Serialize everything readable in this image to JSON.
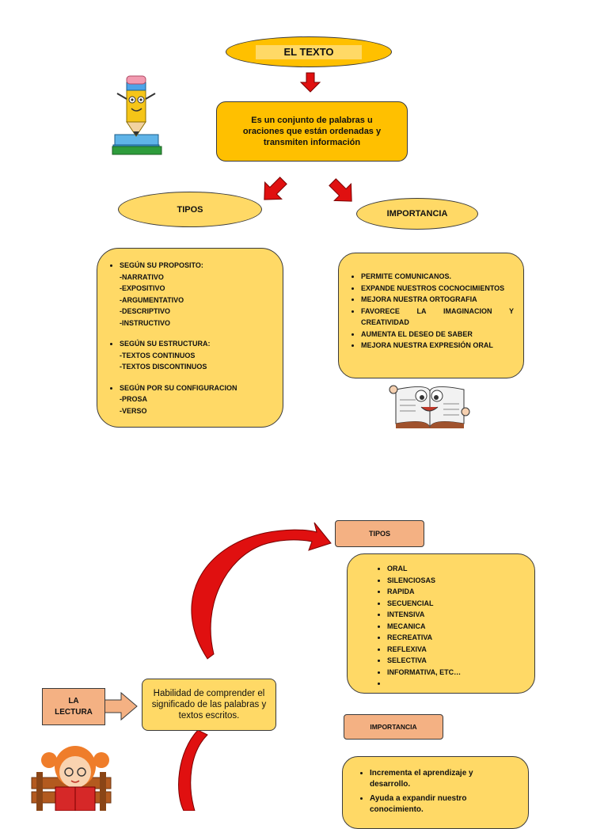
{
  "top": {
    "title": "EL TEXTO",
    "definition": "Es un conjunto de palabras u oraciones que están ordenadas y transmiten información",
    "tipos_label": "TIPOS",
    "importancia_label": "IMPORTANCIA",
    "tipos_groups": [
      {
        "heading": "SEGÚN SU PROPOSITO:",
        "items": [
          "-NARRATIVO",
          "-EXPOSITIVO",
          "-ARGUMENTATIVO",
          "-DESCRIPTIVO",
          "-INSTRUCTIVO"
        ]
      },
      {
        "heading": "SEGÚN SU ESTRUCTURA:",
        "items": [
          "-TEXTOS CONTINUOS",
          "-TEXTOS DISCONTINUOS"
        ]
      },
      {
        "heading": "SEGÚN POR SU CONFIGURACION",
        "items": [
          "-PROSA",
          "-VERSO"
        ]
      }
    ],
    "importancia_items": [
      "PERMITE COMUNICANOS.",
      "EXPANDE NUESTROS COCNOCIMIENTOS",
      "MEJORA NUESTRA ORTOGRAFIA",
      "FAVORECE LA IMAGINACION Y CREATIVIDAD",
      "AUMENTA EL DESEO DE SABER",
      "MEJORA NUESTRA EXPRESIÓN ORAL"
    ]
  },
  "bottom": {
    "la_lectura": "LA LECTURA",
    "definition": "Habilidad de comprender el significado de las palabras y textos escritos.",
    "tipos_label": "TIPOS",
    "tipos_items": [
      "ORAL",
      "SILENCIOSAS",
      "RAPIDA",
      "SECUENCIAL",
      "INTENSIVA",
      "MECANICA",
      "RECREATIVA",
      "REFLEXIVA",
      "SELECTIVA",
      "INFORMATIVA, ETC…",
      ""
    ],
    "importancia_label": "IMPORTANCIA",
    "importancia_items": [
      "Incrementa el aprendizaje y desarrollo.",
      "Ayuda a expandir nuestro conocimiento."
    ]
  },
  "colors": {
    "yellow": "#ffd966",
    "orange": "#ffc000",
    "salmon": "#f4b183",
    "arrow_red": "#e01010"
  },
  "icons": [
    "pencil-books-icon",
    "open-book-character-icon",
    "girl-reading-icon"
  ]
}
